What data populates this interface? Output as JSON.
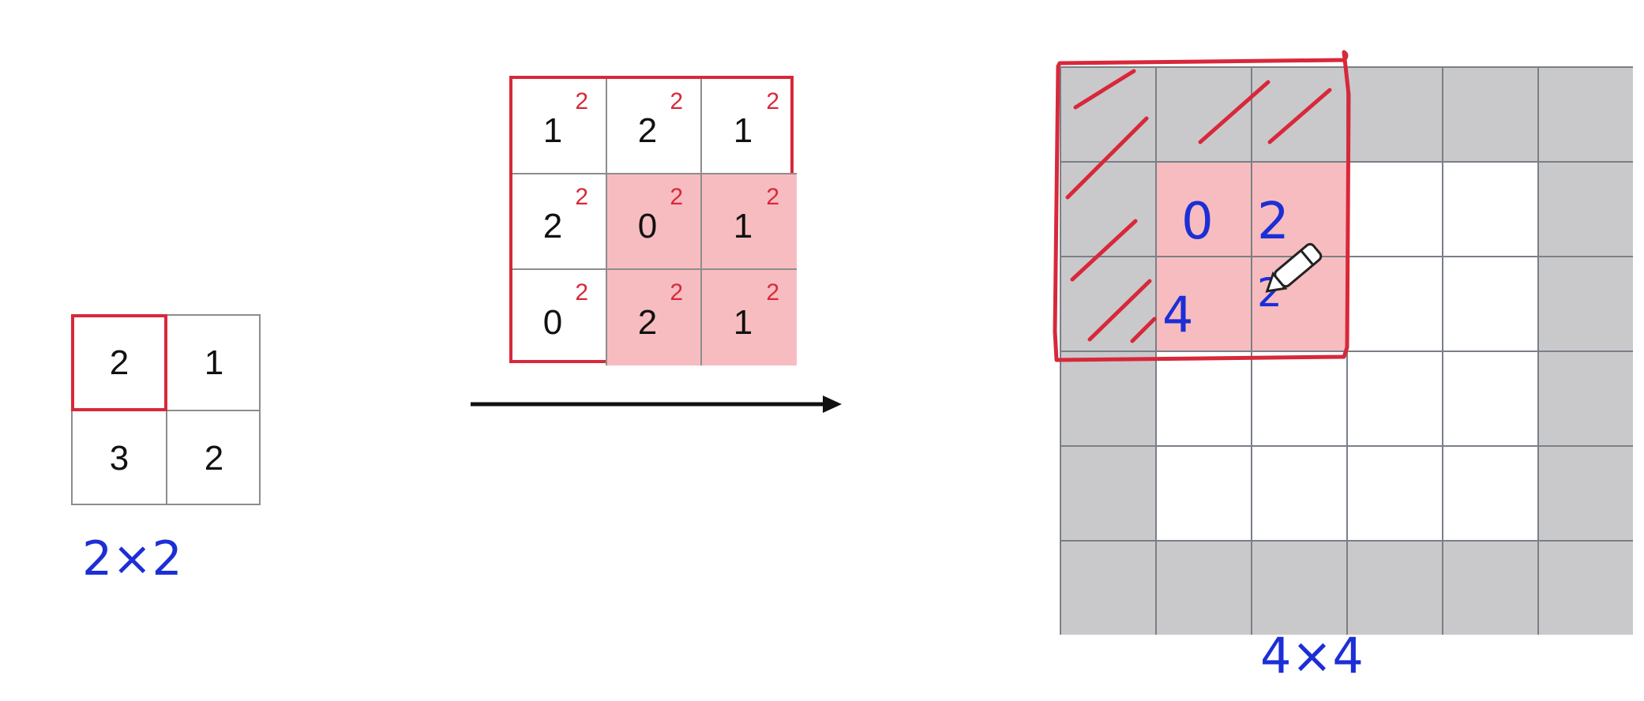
{
  "input": {
    "cells": [
      [
        "2",
        "1"
      ],
      [
        "3",
        "2"
      ]
    ],
    "size_label": "2×2"
  },
  "kernel": {
    "cells": [
      [
        "1",
        "2",
        "1"
      ],
      [
        "2",
        "0",
        "1"
      ],
      [
        "0",
        "2",
        "1"
      ]
    ],
    "superscript": "2",
    "highlighted": [
      [
        1,
        1
      ],
      [
        1,
        2
      ],
      [
        2,
        1
      ],
      [
        2,
        2
      ]
    ]
  },
  "output": {
    "rows": 6,
    "cols": 6,
    "written": [
      "0",
      "2",
      "4",
      "2"
    ],
    "size_label": "4×4"
  },
  "colors": {
    "highlight_border": "#d8283a",
    "highlight_fill": "#f7bcbf",
    "padding_fill": "#c9c9cb",
    "ink_blue": "#1c2fd6"
  },
  "icons": [
    "arrow-right-icon",
    "pencil-cursor-icon"
  ]
}
